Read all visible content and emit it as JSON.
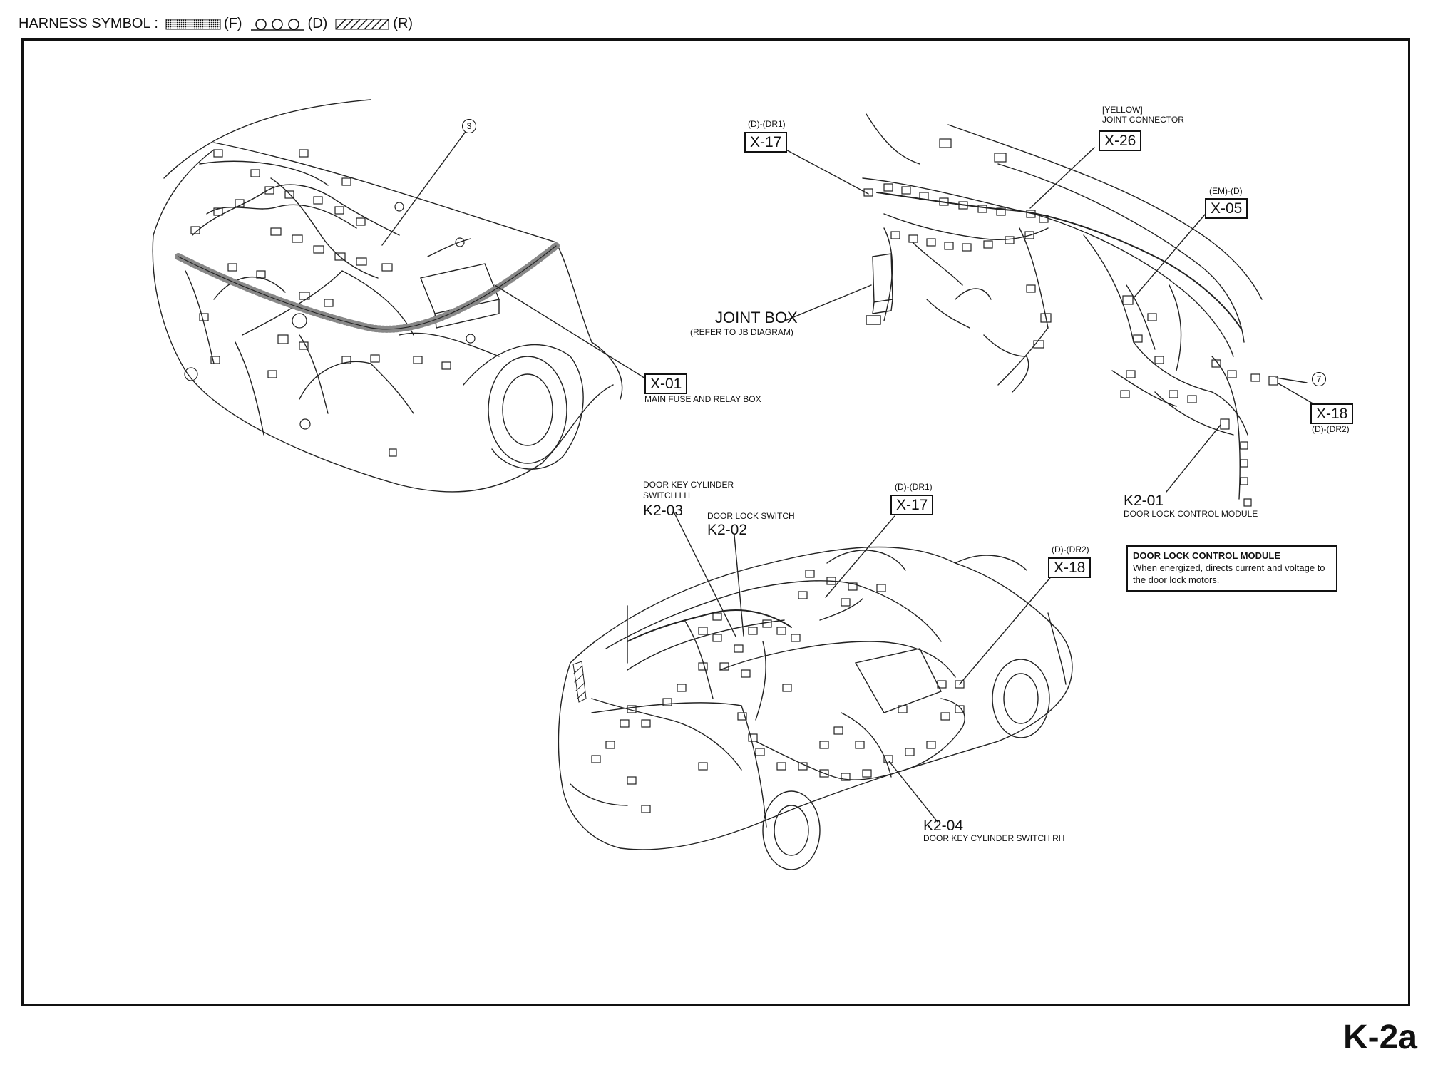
{
  "legend": {
    "prefix": "HARNESS SYMBOL :",
    "items": [
      {
        "code": "(F)",
        "pattern": "dotted"
      },
      {
        "code": "(D)",
        "pattern": "circles"
      },
      {
        "code": "(R)",
        "pattern": "hatched"
      }
    ]
  },
  "callouts": {
    "x17_top": {
      "sub": "(D)-(DR1)",
      "code": "X-17"
    },
    "x26": {
      "sub1": "[YELLOW]",
      "sub2": "JOINT CONNECTOR",
      "code": "X-26"
    },
    "x05": {
      "sub": "(EM)-(D)",
      "code": "X-05"
    },
    "joint_box": {
      "title": "JOINT BOX",
      "sub": "(REFER TO JB DIAGRAM)"
    },
    "x01": {
      "code": "X-01",
      "sub": "MAIN FUSE AND RELAY BOX"
    },
    "x18_top": {
      "code": "X-18",
      "sub": "(D)-(DR2)"
    },
    "k201": {
      "code": "K2-01",
      "sub": "DOOR LOCK CONTROL MODULE"
    },
    "k203": {
      "sub1": "DOOR KEY CYLINDER",
      "sub2": "SWITCH LH",
      "code": "K2-03"
    },
    "k202": {
      "sub": "DOOR LOCK SWITCH",
      "code": "K2-02"
    },
    "x17_bottom": {
      "sub": "(D)-(DR1)",
      "code": "X-17"
    },
    "x18_bottom": {
      "sub": "(D)-(DR2)",
      "code": "X-18"
    },
    "k204": {
      "code": "K2-04",
      "sub": "DOOR KEY CYLINDER SWITCH RH"
    },
    "ref3": "3",
    "ref7": "7"
  },
  "info_box": {
    "title": "DOOR LOCK CONTROL MODULE",
    "text": "When energized, directs current and voltage to the door lock motors."
  },
  "page_id": "K-2a"
}
